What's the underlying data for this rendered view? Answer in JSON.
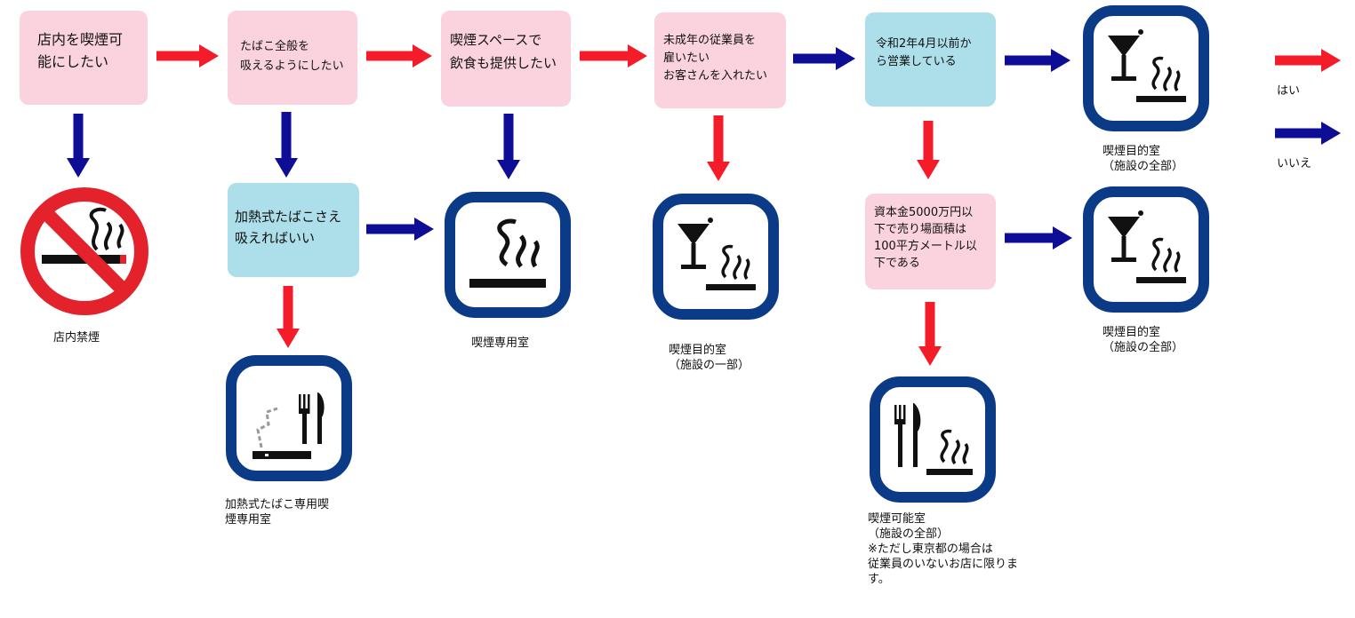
{
  "colors": {
    "yes": "#f51c2a",
    "no": "#0d0d96",
    "pink_box": "#fbd3df",
    "cyan_box": "#addfea",
    "sign_border": "#0b3a86"
  },
  "questions": [
    {
      "id": "q1",
      "text": "店内を喫煙可\n能にしたい",
      "color": "pink"
    },
    {
      "id": "q2",
      "text": "たばこ全般を\n吸えるようにしたい",
      "color": "pink"
    },
    {
      "id": "q3",
      "text": "喫煙スペースで\n飲食も提供したい",
      "color": "pink"
    },
    {
      "id": "q4",
      "text": "未成年の従業員を\n雇いたい\nお客さんを入れたい",
      "color": "pink"
    },
    {
      "id": "q5",
      "text": "令和2年4月以前か\nら営業している",
      "color": "cyan"
    },
    {
      "id": "q6",
      "text": "加熱式たばこさえ\n吸えればいい",
      "color": "cyan"
    },
    {
      "id": "q7",
      "text": "資本金5000万円以\n下で売り場面積は\n100平方メートル以\n下である",
      "color": "pink"
    }
  ],
  "outcomes": [
    {
      "id": "no_smoking",
      "icon": "no-smoking-icon",
      "caption": "店内禁煙"
    },
    {
      "id": "heated_tobacco_room",
      "icon": "heated-tobacco-dining-icon",
      "caption": "加熱式たばこ専用喫\n煙専用室"
    },
    {
      "id": "smoking_room",
      "icon": "smoking-room-icon",
      "caption": "喫煙専用室"
    },
    {
      "id": "purpose_partial",
      "icon": "bar-smoking-icon",
      "caption": "喫煙目的室\n（施設の一部）"
    },
    {
      "id": "purpose_full_top",
      "icon": "bar-smoking-icon",
      "caption": "喫煙目的室\n（施設の全部）"
    },
    {
      "id": "purpose_full_mid",
      "icon": "bar-smoking-icon",
      "caption": "喫煙目的室\n（施設の全部）"
    },
    {
      "id": "smoking_allowed",
      "icon": "dining-smoking-icon",
      "caption": "喫煙可能室\n（施設の全部）\n※ただし東京都の場合は\n従業員のいないお店に限りま\nす。"
    }
  ],
  "legend": {
    "yes_label": "はい",
    "no_label": "いいえ"
  },
  "edges": [
    {
      "from": "q1",
      "to": "q2",
      "answer": "yes"
    },
    {
      "from": "q1",
      "to": "no_smoking",
      "answer": "no"
    },
    {
      "from": "q2",
      "to": "q3",
      "answer": "yes"
    },
    {
      "from": "q2",
      "to": "q6",
      "answer": "no"
    },
    {
      "from": "q6",
      "to": "heated_tobacco_room",
      "answer": "yes"
    },
    {
      "from": "q6",
      "to": "smoking_room",
      "answer": "no"
    },
    {
      "from": "q3",
      "to": "q4",
      "answer": "yes"
    },
    {
      "from": "q3",
      "to": "smoking_room",
      "answer": "no"
    },
    {
      "from": "q4",
      "to": "q5",
      "answer": "no"
    },
    {
      "from": "q4",
      "to": "purpose_partial",
      "answer": "yes"
    },
    {
      "from": "q5",
      "to": "purpose_full_top",
      "answer": "no"
    },
    {
      "from": "q5",
      "to": "q7",
      "answer": "yes"
    },
    {
      "from": "q7",
      "to": "purpose_full_mid",
      "answer": "no"
    },
    {
      "from": "q7",
      "to": "smoking_allowed",
      "answer": "yes"
    }
  ]
}
